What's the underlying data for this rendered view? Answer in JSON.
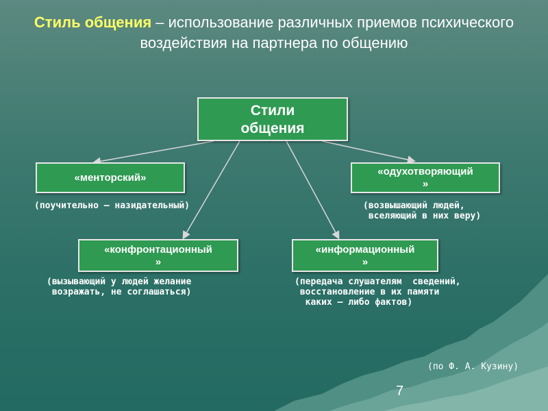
{
  "title": {
    "accent": "Стиль общения",
    "rest": " – использование различных приемов психического воздействия на партнера по общению"
  },
  "diagram": {
    "root": {
      "line1": "Стили",
      "line2": "общения"
    },
    "nodes": {
      "mentor": {
        "label": "«менторский»",
        "description": "(поучительно – назидательный)"
      },
      "inspire": {
        "label_line1": "«одухотворяющий",
        "label_line2": "»",
        "description": "(возвышающий людей,\n вселяющий в них веру)"
      },
      "confront": {
        "label_line1": "«конфронтационный",
        "label_line2": "»",
        "description": "(вызывающий у людей желание\n возражать, не соглашаться)"
      },
      "inform": {
        "label_line1": "«информационный",
        "label_line2": "»",
        "description": "(передача слушателям  сведений,\n восстановление в их памяти\n  каких – либо фактов)"
      }
    }
  },
  "source": "(по Ф. А. Кузину)",
  "page_number": "7",
  "colors": {
    "box_fill": "#2f9a52",
    "title_accent": "#ffff66",
    "background": "#2b6f66"
  }
}
